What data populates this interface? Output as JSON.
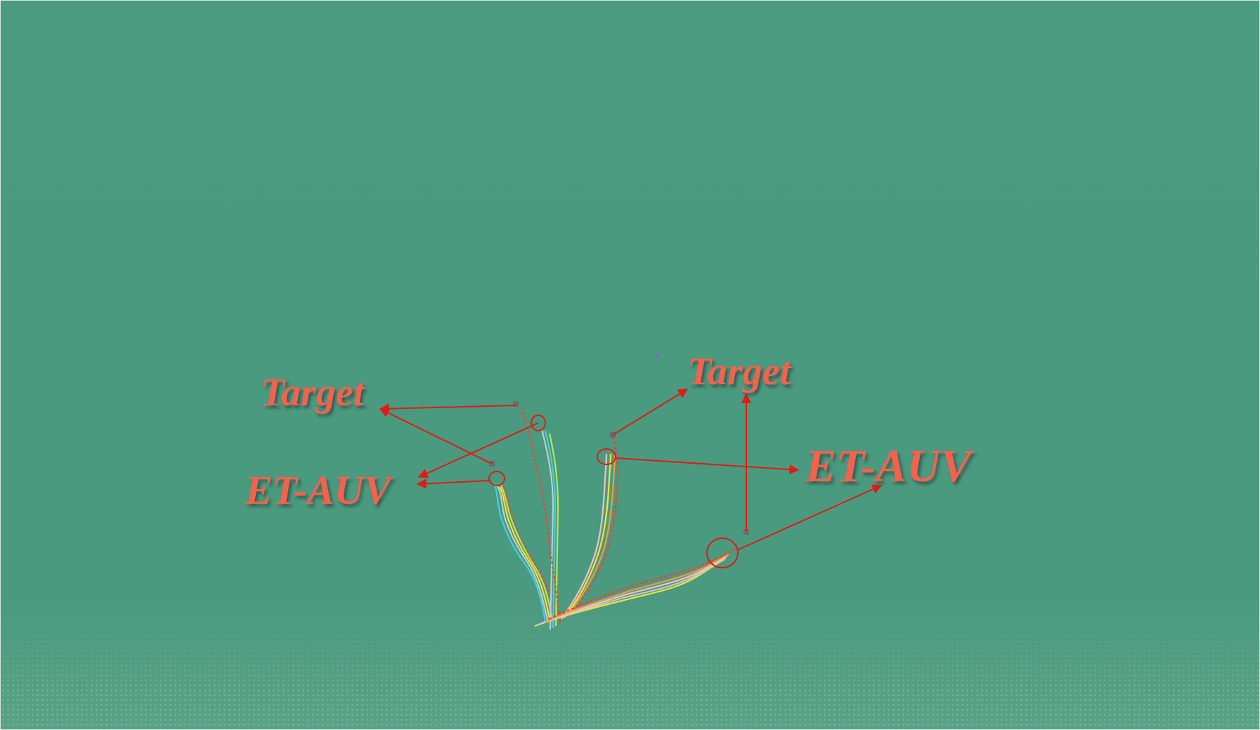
{
  "labels": {
    "target_left": "Target",
    "target_right": "Target",
    "auv_left": "ET-AUV",
    "auv_right": "ET-AUV"
  },
  "colors": {
    "water": "#4a9a7e",
    "annotation": "#f3624e",
    "arrow": "#e01b14",
    "trajectory_colors": [
      "#ff3b30",
      "#f5e23a",
      "#3fd0e8",
      "#c8c8c8",
      "#f59a3c",
      "#b8e84a",
      "#f0c0d0"
    ]
  },
  "icons": {
    "arrow": "arrow-icon",
    "circle_marker": "circle-marker-icon",
    "target_marker": "target-marker-icon"
  }
}
